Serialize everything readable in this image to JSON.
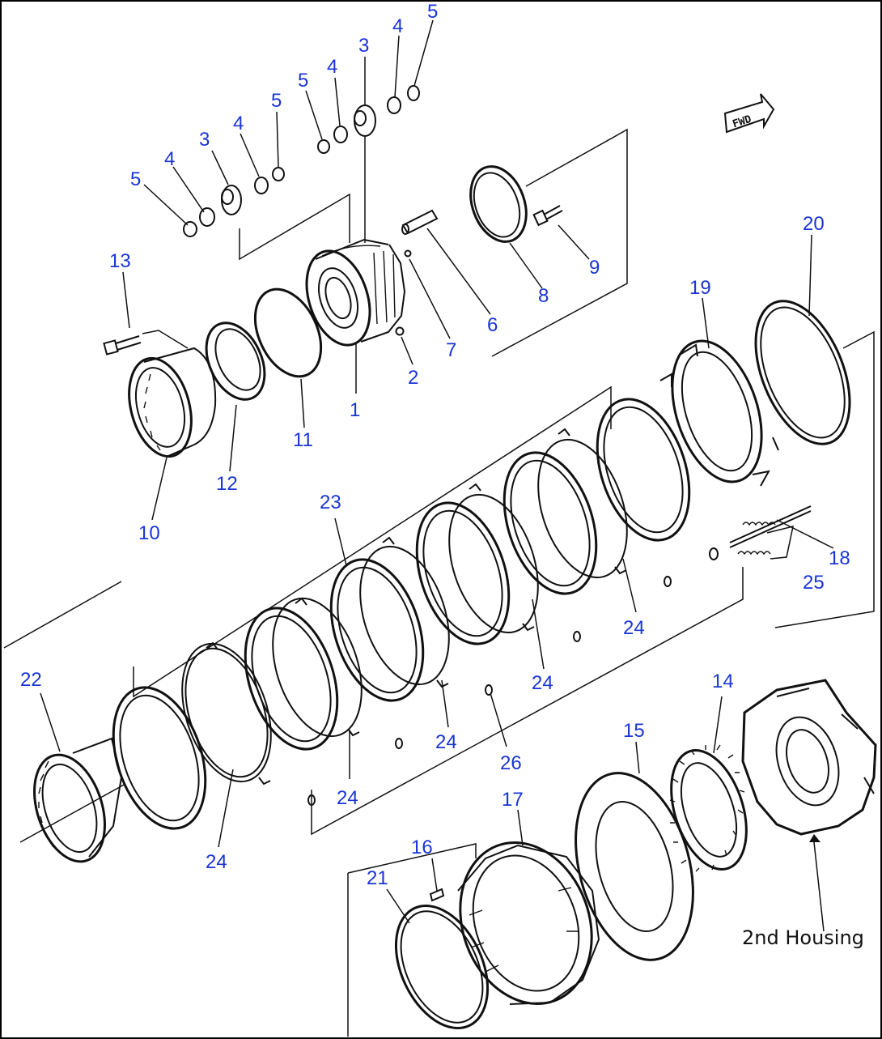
{
  "diagram": {
    "frame_color": "#000000",
    "callout_color": "#1a35d6",
    "fwd_badge": {
      "icon": "fwd-arrow-icon",
      "text": "FWD"
    },
    "note": "2nd Housing",
    "callouts": [
      {
        "n": "5"
      },
      {
        "n": "4"
      },
      {
        "n": "3"
      },
      {
        "n": "4"
      },
      {
        "n": "5"
      },
      {
        "n": "5"
      },
      {
        "n": "4"
      },
      {
        "n": "3"
      },
      {
        "n": "4"
      },
      {
        "n": "5"
      },
      {
        "n": "20"
      },
      {
        "n": "13"
      },
      {
        "n": "9"
      },
      {
        "n": "19"
      },
      {
        "n": "8"
      },
      {
        "n": "6"
      },
      {
        "n": "7"
      },
      {
        "n": "2"
      },
      {
        "n": "11"
      },
      {
        "n": "1"
      },
      {
        "n": "12"
      },
      {
        "n": "10"
      },
      {
        "n": "23"
      },
      {
        "n": "18"
      },
      {
        "n": "25"
      },
      {
        "n": "24"
      },
      {
        "n": "24"
      },
      {
        "n": "22"
      },
      {
        "n": "14"
      },
      {
        "n": "24"
      },
      {
        "n": "15"
      },
      {
        "n": "26"
      },
      {
        "n": "24"
      },
      {
        "n": "17"
      },
      {
        "n": "16"
      },
      {
        "n": "21"
      },
      {
        "n": "24"
      }
    ]
  }
}
